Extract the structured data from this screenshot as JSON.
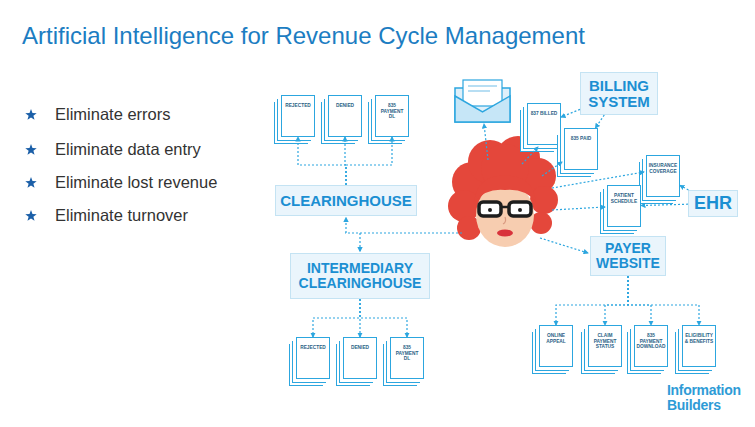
{
  "diagram": {
    "title": "Artificial Intelligence for Revenue Cycle Management",
    "nodes": [
      {
        "text": [
          "REJECTED"
        ]
      },
      {
        "text": [
          "DENIED"
        ]
      },
      {
        "text": [
          "835 PAYMENT DL"
        ]
      },
      {
        "text": [
          "BILLING SYSTEM"
        ]
      },
      {
        "text": [
          "837 BILLED"
        ]
      },
      {
        "text": [
          "835 PAID"
        ]
      },
      {
        "text": [
          "INSURANCE COVERAGE"
        ]
      },
      {
        "text": [
          "CLEARINGHOUSE"
        ]
      },
      {
        "text": [
          "PATIENT SCHEDULE"
        ]
      },
      {
        "text": [
          "EHR"
        ]
      },
      {
        "text": [
          "INTERMEDIARY CLEARINGHOUSE"
        ]
      },
      {
        "text": [
          "PAYER WEBSITE"
        ]
      },
      {
        "text": [
          "REJECTED"
        ]
      },
      {
        "text": [
          "DENIED"
        ]
      },
      {
        "text": [
          "835 PAYMENT DL"
        ]
      },
      {
        "text": [
          "ONLINE APPEAL"
        ]
      },
      {
        "text": [
          "CLAIM PAYMENT STATUS"
        ]
      },
      {
        "text": [
          "835 PAYMENT DOWNLOAD"
        ]
      },
      {
        "text": [
          "ELIGIBILITY & BENEFITS"
        ]
      }
    ],
    "edges": [
      {
        "from": 7,
        "to": 0,
        "arrow": "to"
      },
      {
        "from": 7,
        "to": 1,
        "arrow": "to"
      },
      {
        "from": 7,
        "to": 2,
        "arrow": "to"
      },
      {
        "from": 10,
        "to": 12,
        "arrow": "to"
      },
      {
        "from": 10,
        "to": 13,
        "arrow": "to"
      },
      {
        "from": 10,
        "to": 14,
        "arrow": "to"
      },
      {
        "from": 11,
        "to": 15,
        "arrow": "to"
      },
      {
        "from": 11,
        "to": 16,
        "arrow": "to"
      },
      {
        "from": 11,
        "to": 17,
        "arrow": "to"
      },
      {
        "from": 11,
        "to": 18,
        "arrow": "to"
      },
      {
        "from": 3,
        "to": 4,
        "arrow": "to"
      },
      {
        "from": 3,
        "to": 5,
        "arrow": "to"
      },
      {
        "from": 9,
        "to": 6,
        "arrow": "to"
      },
      {
        "from": 9,
        "to": 8,
        "arrow": "to"
      }
    ],
    "labels": [
      "Eliminate errors",
      "Eliminate data entry",
      "Eliminate lost revenue",
      "Eliminate turnover",
      "Information Builders"
    ]
  }
}
